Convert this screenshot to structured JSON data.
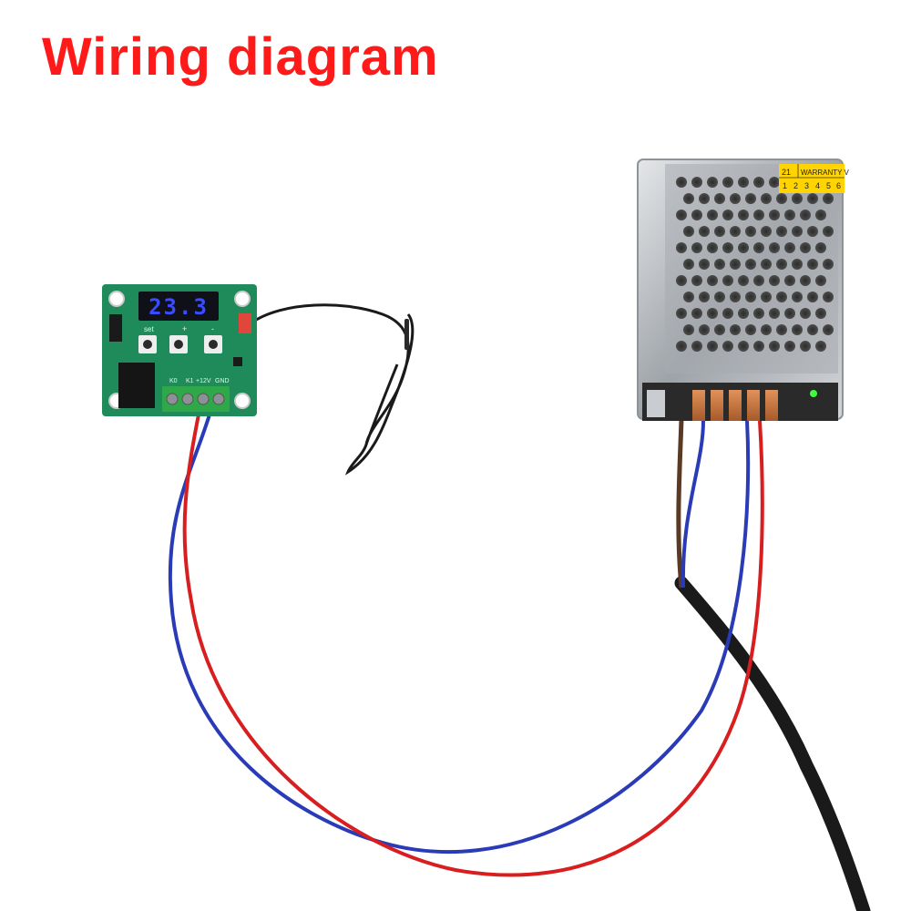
{
  "title": "Wiring diagram",
  "thermostat": {
    "display_value": "23.3",
    "set_label": "set",
    "plus_label": "+",
    "minus_label": "-",
    "terminal_labels": [
      "K0",
      "K1",
      "+12V",
      "GND"
    ]
  },
  "power_supply": {
    "warranty_text": "WARRANTY V",
    "warranty_number": "21",
    "warranty_digits": [
      "1",
      "2",
      "3",
      "4",
      "5",
      "6"
    ]
  },
  "colors": {
    "title": "#ff1a1a",
    "wire_red": "#d81e1e",
    "wire_blue": "#2a3bb8",
    "wire_brown": "#5a3a22",
    "cable_black": "#1a1a1a",
    "pcb_green": "#1f8a5a",
    "terminal_green": "#2fa84a",
    "led_blue": "#3a4cff",
    "psu_metal": "#bfc3c7",
    "warranty_yellow": "#ffd400"
  }
}
